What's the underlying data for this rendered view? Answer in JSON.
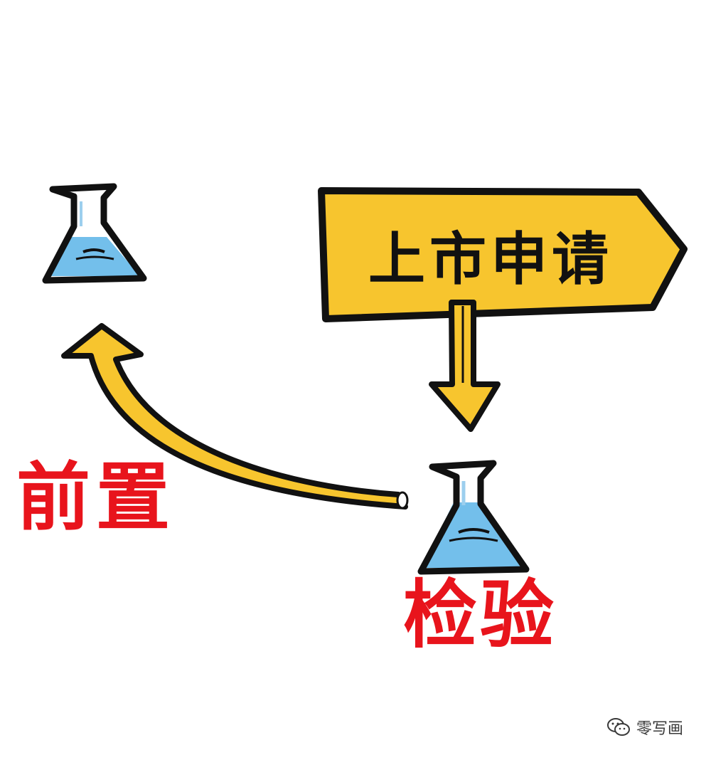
{
  "sign": {
    "label": "上市申请"
  },
  "labels": {
    "left": "前置",
    "right": "检验"
  },
  "watermark": {
    "text": "零写画"
  },
  "colors": {
    "sign_fill": "#F7C52E",
    "arrow_fill": "#F7C52E",
    "outline": "#111111",
    "red_text": "#E8141C",
    "liquid": "#5AB4E8"
  }
}
